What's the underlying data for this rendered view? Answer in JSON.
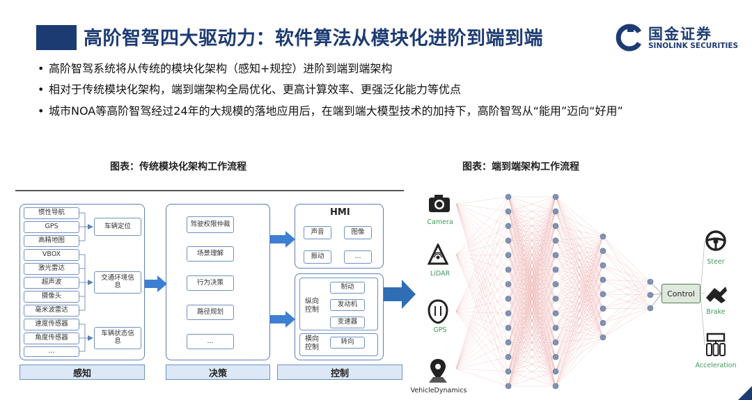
{
  "header": {
    "title": "高阶智驾四大驱动力：软件算法从模块化进阶到端到端",
    "logo_cn": "国金证券",
    "logo_en": "SINOLINK SECURITIES"
  },
  "bullets": [
    "高阶智驾系统将从传统的模块化架构（感知+规控）进阶到端到端架构",
    "相对于传统模块化架构，端到端架构全局优化、更高计算效率、更强泛化能力等优点",
    "城市NOA等高阶智驾经过24年的大规模的落地应用后，在端到端大模型技术的加持下，高阶智驾从“能用”迈向“好用”"
  ],
  "left_figure": {
    "caption": "图表：传统模块化架构工作流程",
    "sensors": [
      "惯性导航",
      "GPS",
      "高精地图",
      "VBOX",
      "激光雷达",
      "超声波",
      "摄像头",
      "毫米波雷达",
      "速度传感器",
      "角度传感器",
      "..."
    ],
    "perception_outputs": [
      "车辆定位",
      "交通环境信息",
      "车辆状态信息"
    ],
    "decision_items": [
      "驾驶权限仲裁",
      "场景理解",
      "行为决策",
      "路径规划",
      "..."
    ],
    "hmi": {
      "title": "HMI",
      "items": [
        "声音",
        "图像",
        "振动",
        "..."
      ]
    },
    "longitudinal": {
      "label": "纵向控制",
      "items": [
        "制动",
        "发动机",
        "变速器"
      ]
    },
    "lateral": {
      "label": "横向控制",
      "items": [
        "转向"
      ]
    },
    "stage_labels": [
      "感知",
      "决策",
      "控制"
    ]
  },
  "right_figure": {
    "caption": "图表：端到端架构工作流程",
    "inputs": [
      {
        "icon": "camera-icon",
        "label": "Camera"
      },
      {
        "icon": "lidar-icon",
        "label": "LiDAR"
      },
      {
        "icon": "gps-icon",
        "label": "GPS"
      },
      {
        "icon": "vehicle-dynamics-icon",
        "label": "VehicleDynamics"
      }
    ],
    "network_layers": [
      14,
      14,
      14,
      8,
      3
    ],
    "control_label": "Control",
    "outputs": [
      {
        "icon": "steering-wheel-icon",
        "label": "Steer"
      },
      {
        "icon": "brake-icon",
        "label": "Brake"
      },
      {
        "icon": "accelerator-icon",
        "label": "Acceleration"
      }
    ]
  },
  "colors": {
    "brand": "#1d3b73",
    "accent_blue": "#2f6db5",
    "label_fill": "#dce8f6",
    "neuron": "#7f93b4",
    "link": "#e9a3a3",
    "input_label": "#3e9a5a"
  }
}
